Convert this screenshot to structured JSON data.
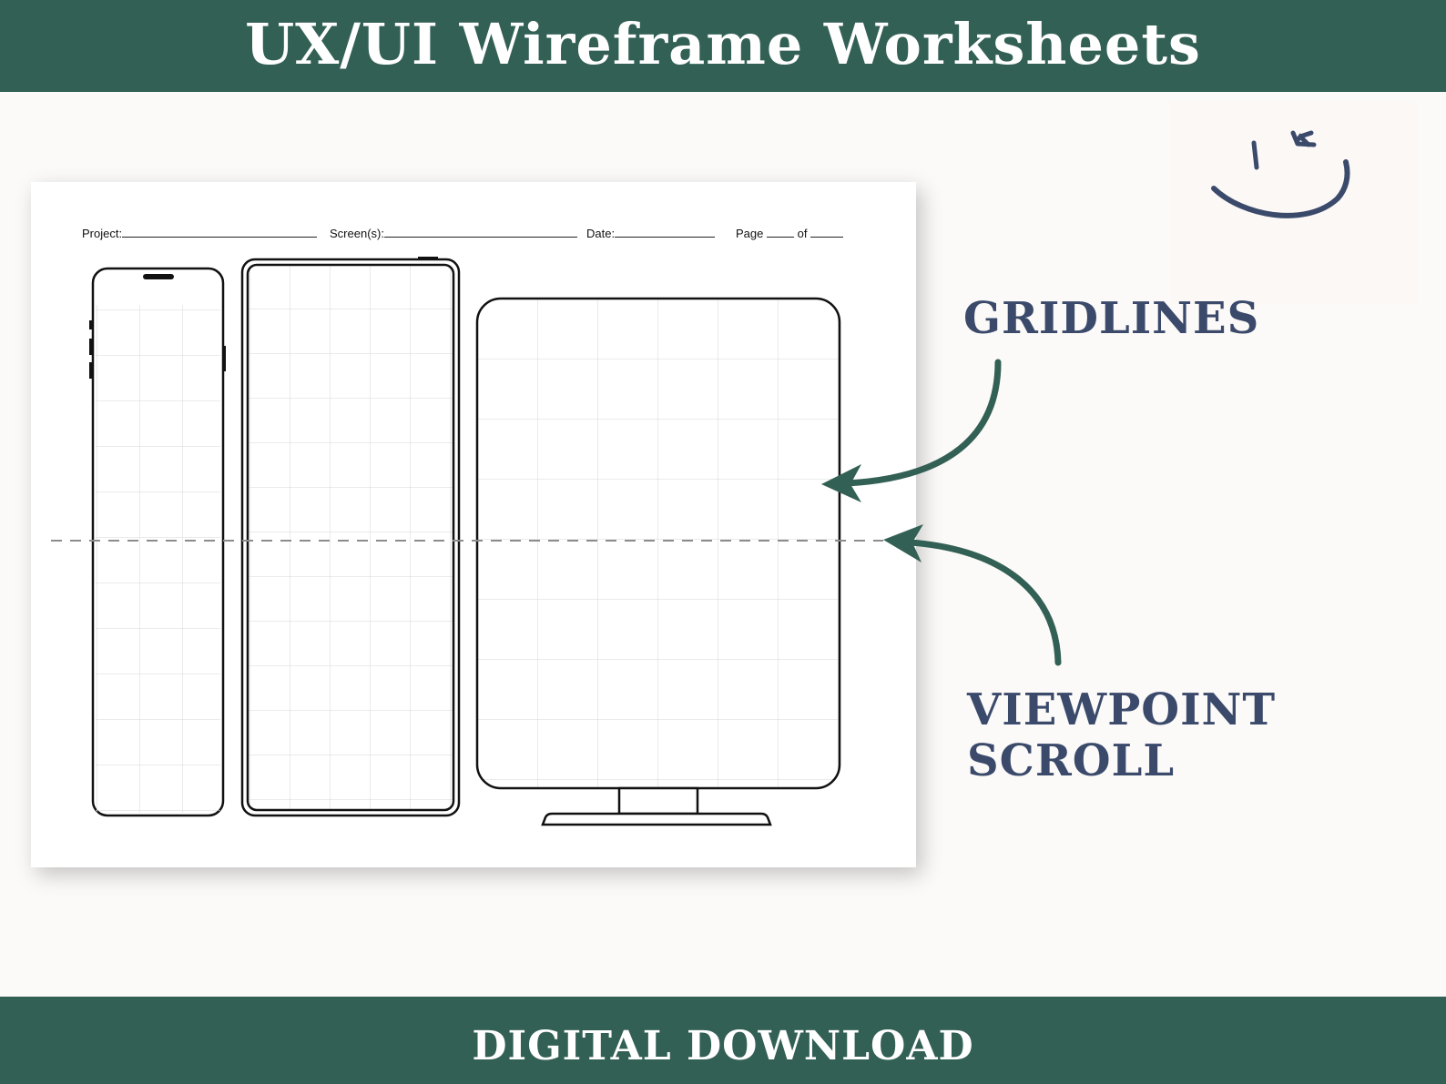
{
  "header": {
    "title": "UX/UI Wireframe Worksheets"
  },
  "footer": {
    "label": "DIGITAL DOWNLOAD"
  },
  "worksheet": {
    "project_label": "Project:",
    "screens_label": "Screen(s):",
    "date_label": "Date:",
    "page_label": "Page",
    "of_label": "of",
    "devices": [
      "phone",
      "tablet",
      "desktop monitor"
    ]
  },
  "callouts": {
    "gridlines": "GRIDLINES",
    "viewpoint_line1": "VIEWPOINT",
    "viewpoint_line2": "SCROLL"
  },
  "colors": {
    "banner": "#336055",
    "accent_text": "#3b4a6b",
    "arrow": "#336055",
    "background": "#fcfaf8"
  }
}
